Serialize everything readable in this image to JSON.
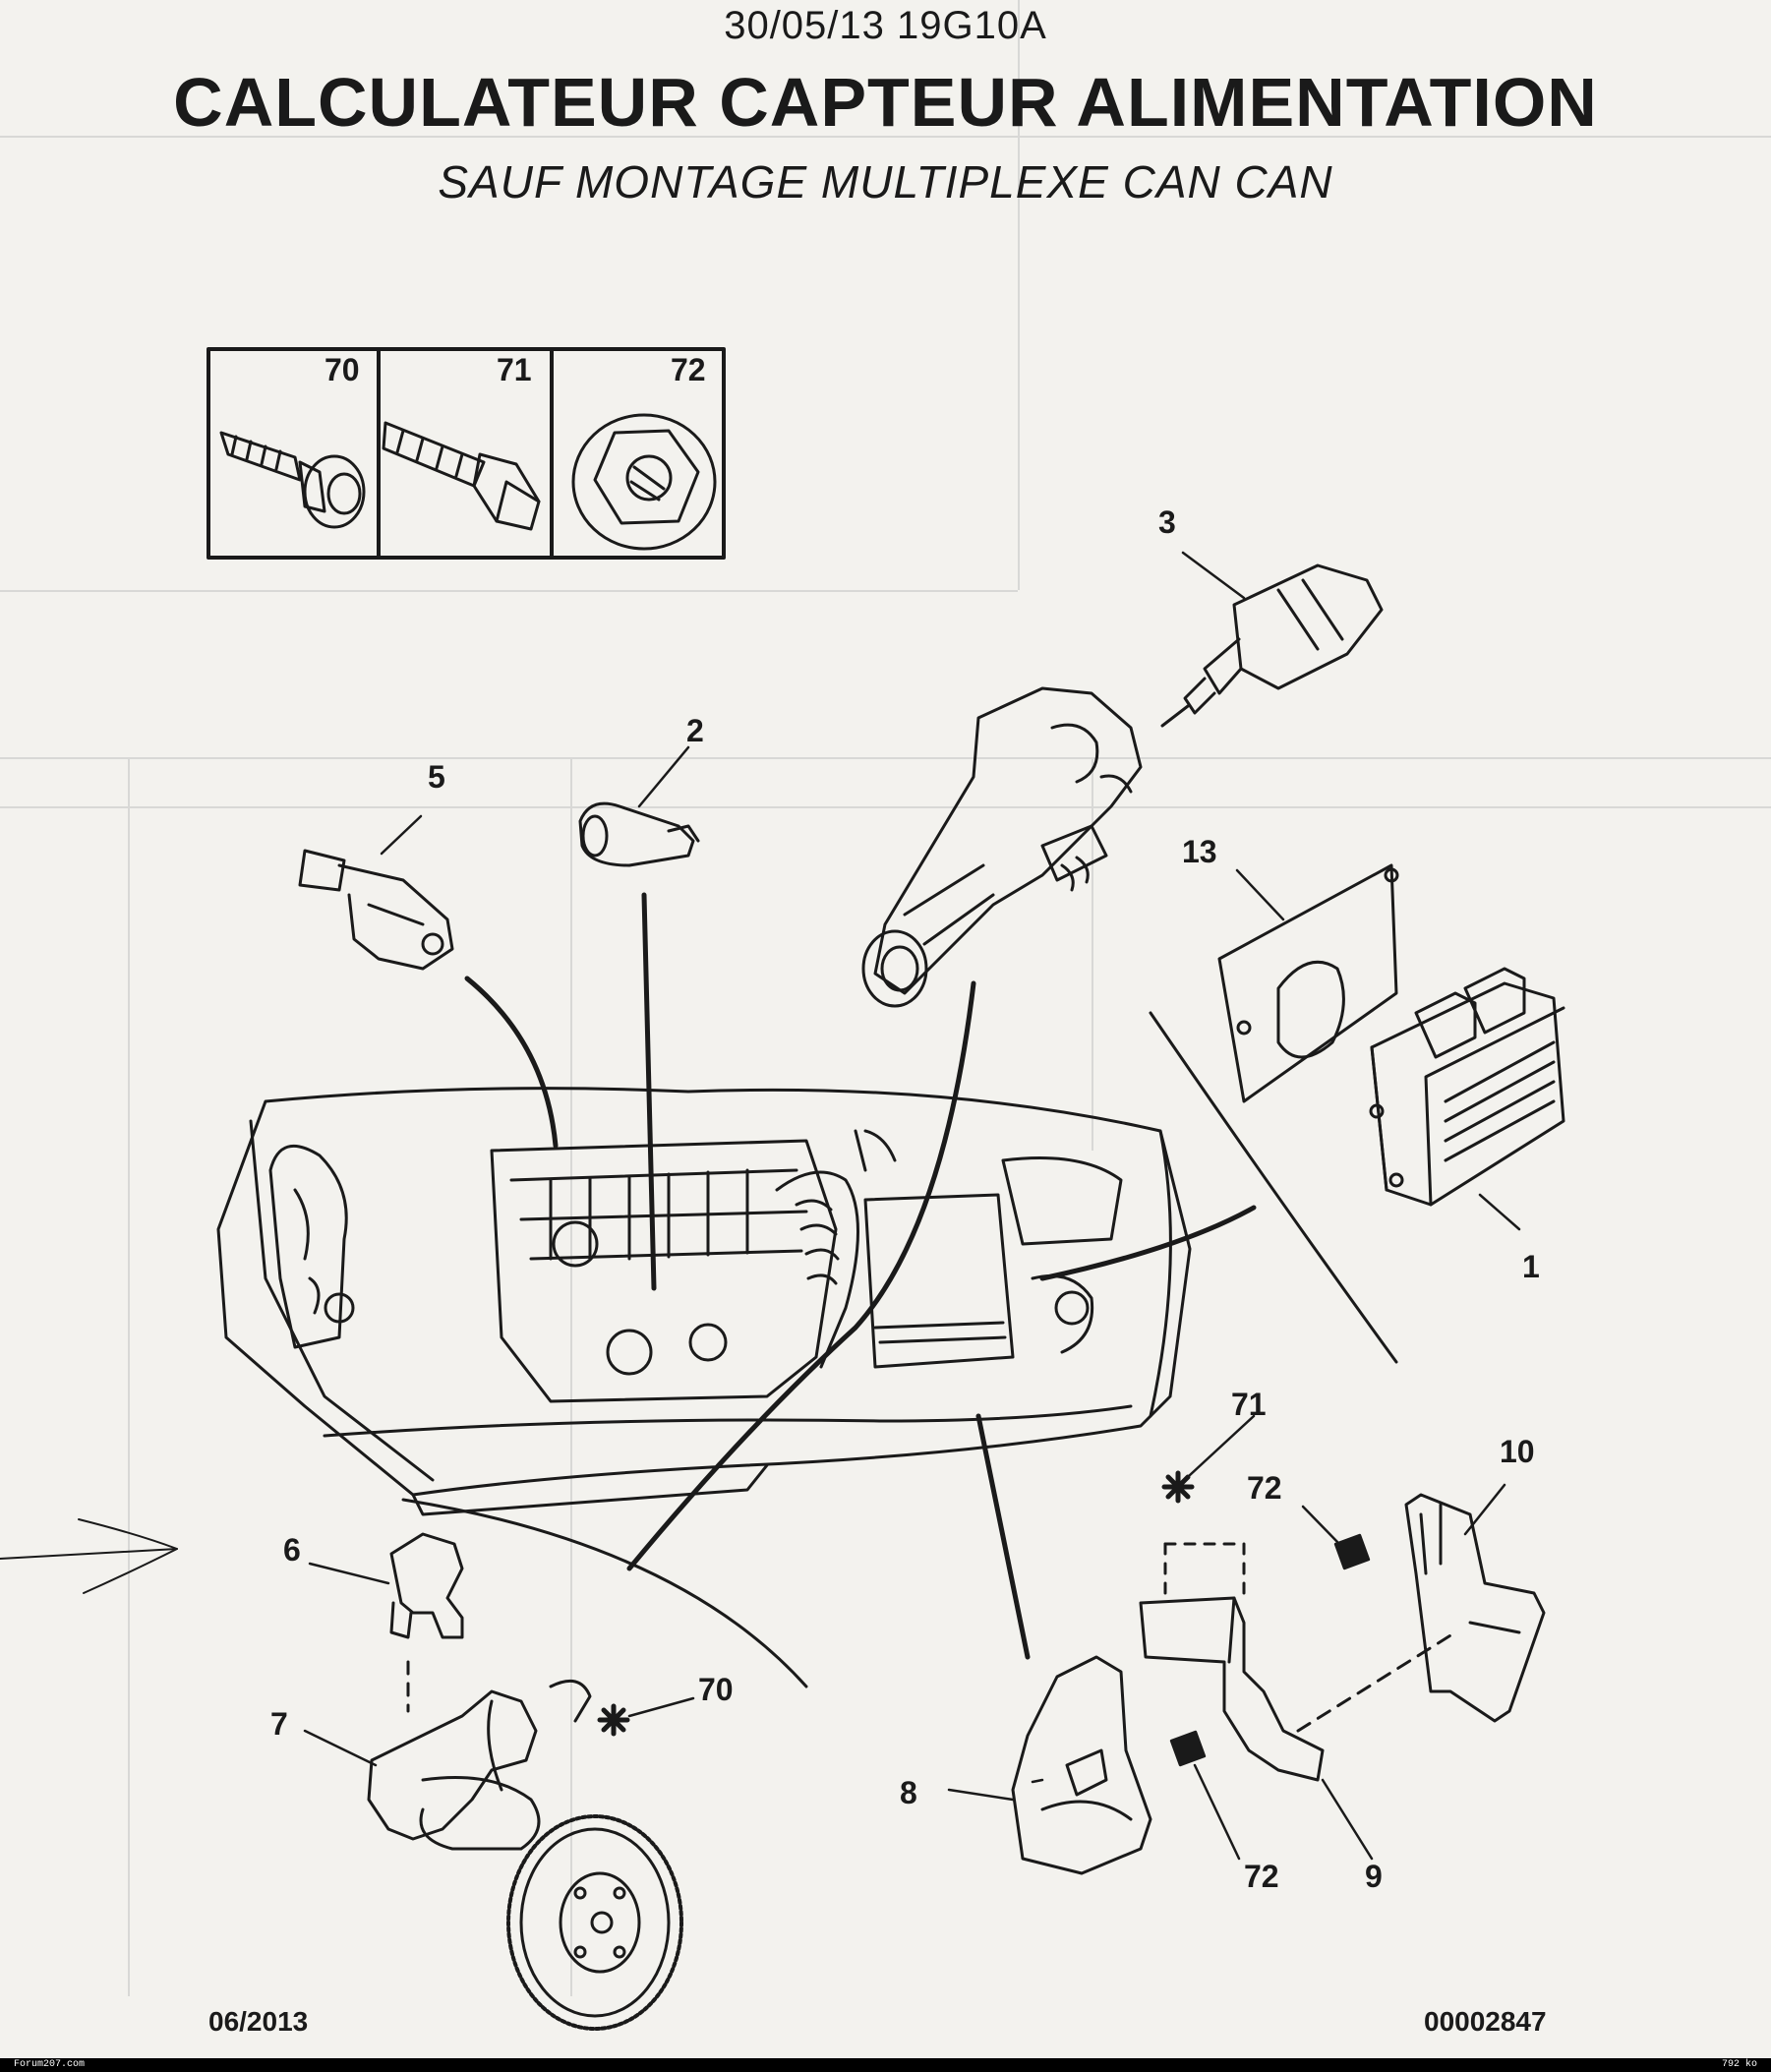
{
  "header": {
    "code": "30/05/13 19G10A",
    "title": "CALCULATEUR CAPTEUR ALIMENTATION",
    "subtitle": "SAUF MONTAGE MULTIPLEXE CAN CAN"
  },
  "fasteners_table": {
    "cells": [
      {
        "label": "70",
        "icon": "screw-with-washer-icon"
      },
      {
        "label": "71",
        "icon": "hex-bolt-icon"
      },
      {
        "label": "72",
        "icon": "flange-nut-icon"
      }
    ]
  },
  "callouts": {
    "c1": "1",
    "c2": "2",
    "c3": "3",
    "c5": "5",
    "c6": "6",
    "c7": "7",
    "c8": "8",
    "c9": "9",
    "c10": "10",
    "c13": "13",
    "c70": "70",
    "c71": "71",
    "c72a": "72",
    "c72b": "72"
  },
  "footer": {
    "date": "06/2013",
    "reference": "00002847"
  },
  "bottom_bar": {
    "left": "Forum207.com",
    "right": "792 ko"
  },
  "colors": {
    "ink": "#1a1a1a",
    "paper": "#f3f2ee",
    "ghost": "#cfcfcf"
  }
}
